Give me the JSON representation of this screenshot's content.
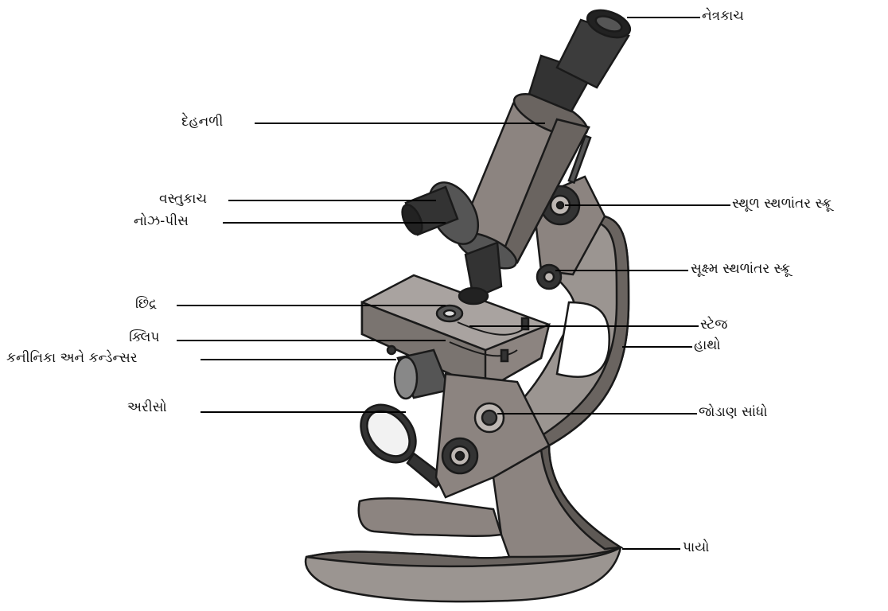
{
  "labels": {
    "eyepiece": "નેત્રકાચ",
    "body_tube": "દેહનળી",
    "objective": "વસ્તુકાચ",
    "nosepiece": "નોઝ-પીસ",
    "coarse_adjustment": "સ્થૂળ સ્થળાંતર સ્ક્રૂ",
    "fine_adjustment": "સૂક્ષ્મ સ્થળાંતર સ્ક્રૂ",
    "aperture": "છિદ્ર",
    "clip": "ક્લિપ",
    "diaphragm_condenser": "કનીનિકા અને કન્ડેન્સર",
    "stage": "સ્ટેજ",
    "arm": "હાથો",
    "mirror": "અરીસો",
    "joint": "જોડાણ સાંધો",
    "base": "પાયો"
  },
  "colors": {
    "body_dark": "#3c3c3c",
    "body_mid": "#707070",
    "body_light": "#9b9591",
    "outline": "#1a1a1a"
  }
}
